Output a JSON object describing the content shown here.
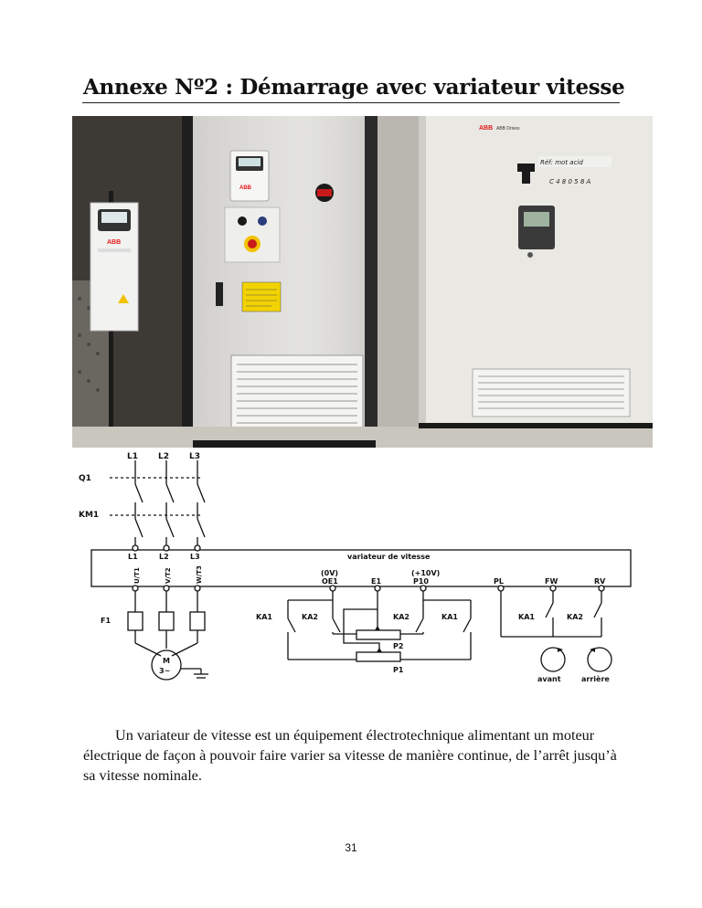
{
  "page": {
    "title": "Annexe Nº2 : Démarrage avec variateur vitesse",
    "paragraph": "Un variateur de vitesse est un équipement électrotechnique alimentant un moteur électrique de façon à pouvoir faire varier sa vitesse de manière continue, de l’arrêt jusqu’à sa vitesse nominale.",
    "page_number": "31"
  },
  "photo": {
    "brand_left": "ABB",
    "brand_mid": "ABB",
    "brand_right": "ABB",
    "brand_right_sub": "ABB Drives",
    "handwritten_1": "Réf: mot acid",
    "handwritten_2": "C 4 8 0 5 8 A"
  },
  "schema": {
    "lines": [
      "L1",
      "L2",
      "L3"
    ],
    "breaker": "Q1",
    "contactor": "KM1",
    "fuse": "F1",
    "drive_label": "variateur de vitesse",
    "inputs": [
      "L1",
      "L2",
      "L3"
    ],
    "outputs": [
      "U/T1",
      "V/T2",
      "W/T3"
    ],
    "term_0v_top": "(0V)",
    "term_0v": "OE1",
    "term_e1": "E1",
    "term_10v_top": "(+10V)",
    "term_10v": "P10",
    "term_pl": "PL",
    "term_fw": "FW",
    "term_rv": "RV",
    "relay_ka1": "KA1",
    "relay_ka2": "KA2",
    "pot_p1": "P1",
    "pot_p2": "P2",
    "motor": "M",
    "motor_phase": "3~",
    "dir_forward": "avant",
    "dir_reverse": "arrière"
  }
}
